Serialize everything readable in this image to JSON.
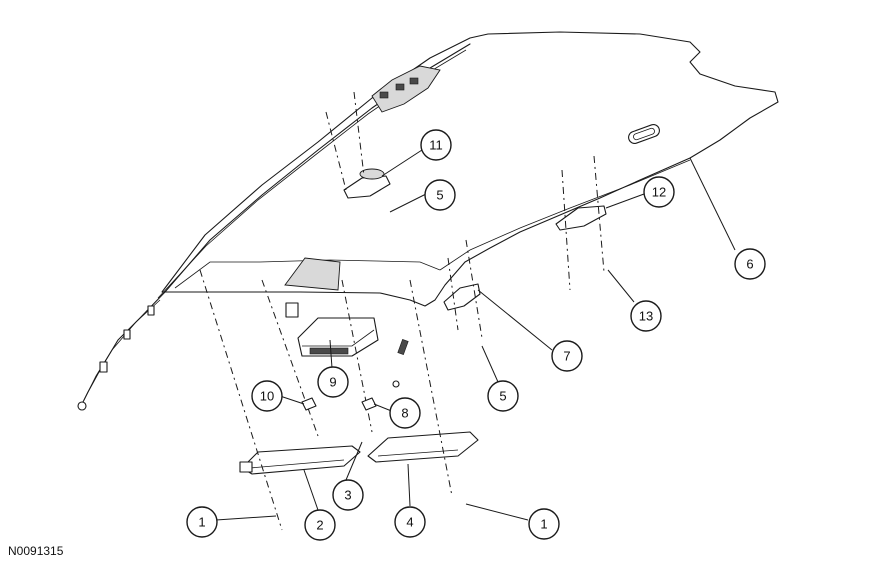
{
  "figure": {
    "id": "N0091315"
  },
  "callouts": [
    {
      "ref": "a",
      "label": "1"
    },
    {
      "ref": "b",
      "label": "2"
    },
    {
      "ref": "c",
      "label": "3"
    },
    {
      "ref": "d",
      "label": "4"
    },
    {
      "ref": "e",
      "label": "1"
    },
    {
      "ref": "f",
      "label": "5"
    },
    {
      "ref": "g",
      "label": "7"
    },
    {
      "ref": "h",
      "label": "6"
    },
    {
      "ref": "i",
      "label": "12"
    },
    {
      "ref": "j",
      "label": "13"
    },
    {
      "ref": "k",
      "label": "11"
    },
    {
      "ref": "l",
      "label": "5"
    },
    {
      "ref": "m",
      "label": "9"
    },
    {
      "ref": "n",
      "label": "8"
    },
    {
      "ref": "o",
      "label": "10"
    }
  ]
}
